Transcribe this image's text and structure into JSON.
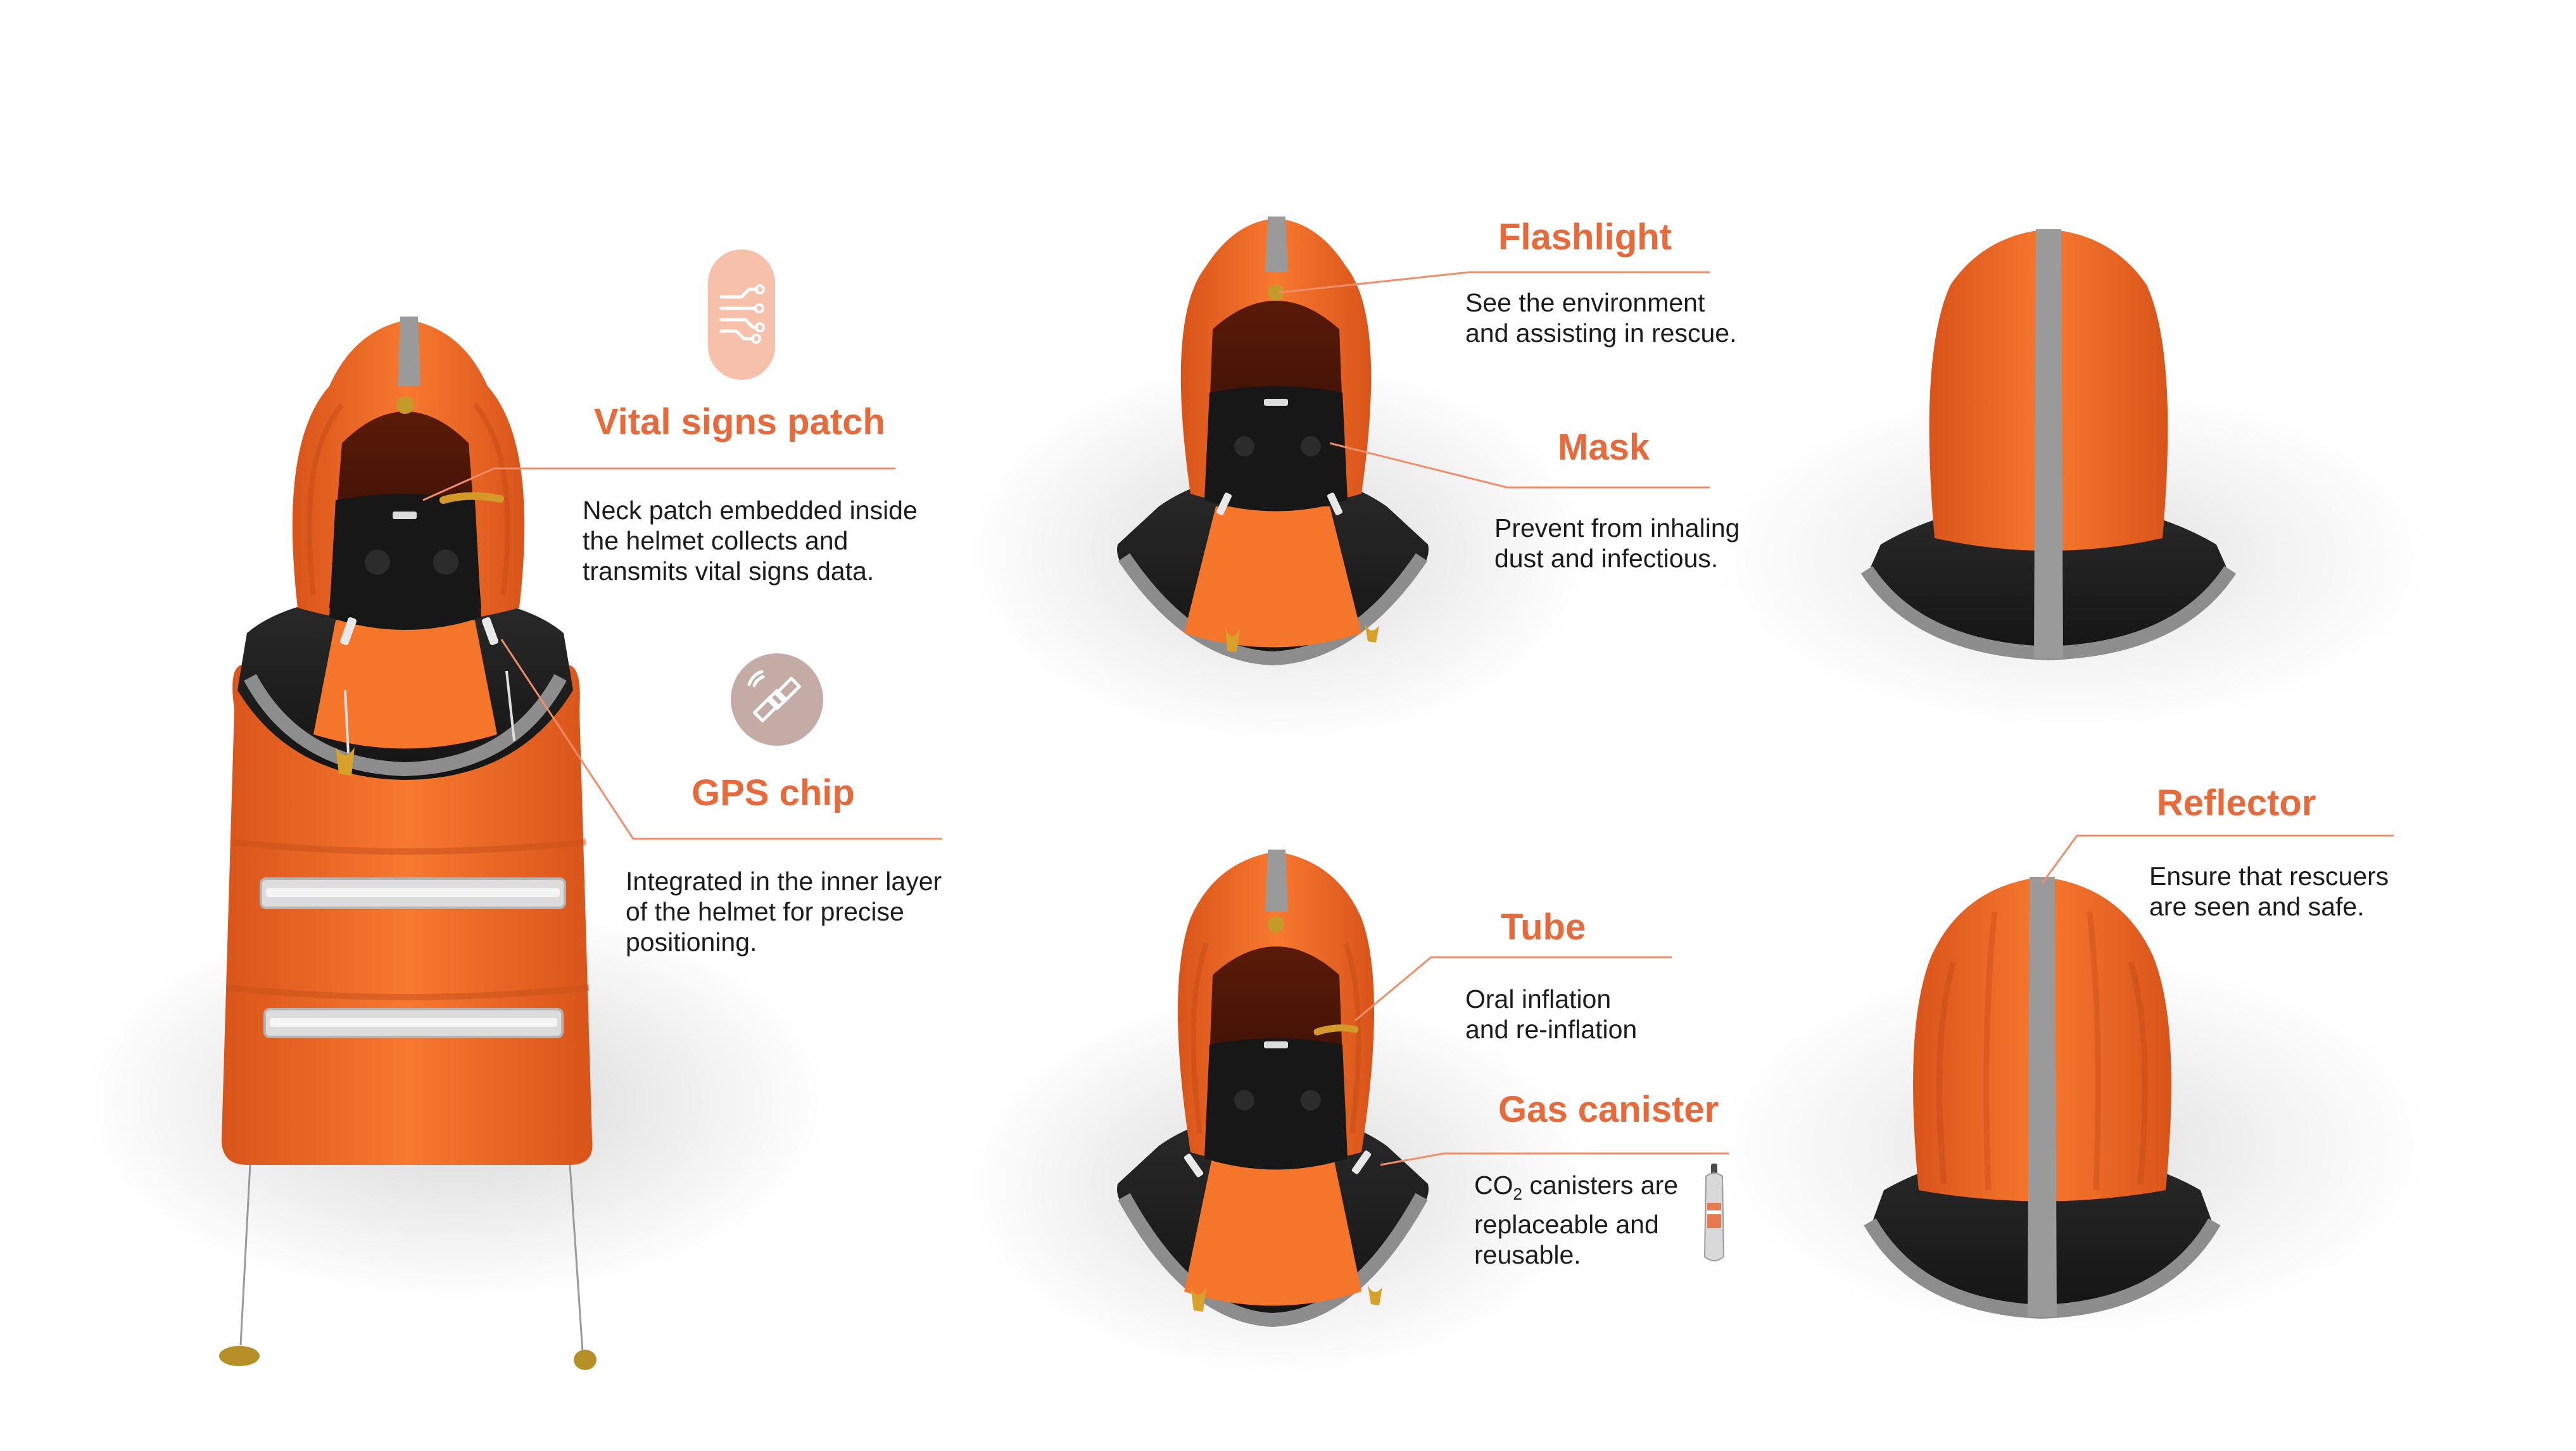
{
  "features": {
    "vital_signs": {
      "title": "Vital signs patch",
      "description": "Neck patch embedded inside\nthe helmet collects and\ntransmits vital signs data.",
      "icon": "circuit-icon"
    },
    "gps": {
      "title": "GPS chip",
      "description": "Integrated in the inner layer\nof the helmet for precise\npositioning.",
      "icon": "satellite-icon"
    },
    "flashlight": {
      "title": "Flashlight",
      "description": "See the environment\nand assisting in rescue."
    },
    "mask": {
      "title": "Mask",
      "description": "Prevent from inhaling\ndust and infectious."
    },
    "tube": {
      "title": "Tube",
      "description": "Oral inflation\nand re-inflation"
    },
    "gas": {
      "title": "Gas canister",
      "co2_prefix": "CO",
      "co2_sub": "2",
      "description_line1": " canisters are",
      "description_rest": "replaceable and\nreusable.",
      "icon": "co2-cartridge-icon"
    },
    "reflector": {
      "title": "Reflector",
      "description": "Ensure that rescuers\nare seen and safe."
    }
  },
  "colors": {
    "accent": "#e8693a",
    "hood_orange": "#f36a22",
    "neck_black": "#1e1e1e",
    "reflective_gray": "#8b8b8b",
    "icon_pink": "#f7c0aa",
    "icon_taupe": "#c4aba6"
  }
}
